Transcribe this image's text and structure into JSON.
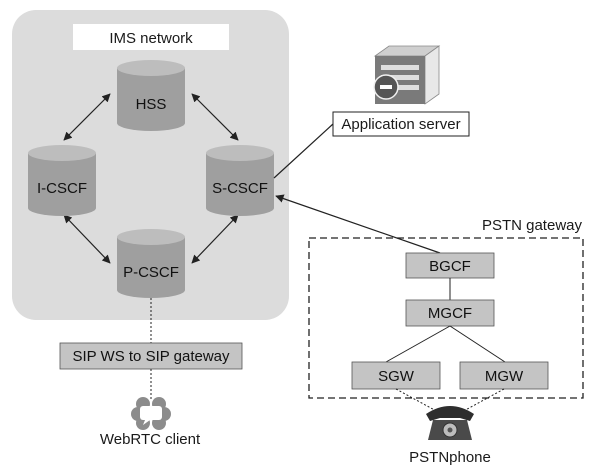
{
  "colors": {
    "panel_fill": "#dcdcdc",
    "cylinder_body": "#9f9f9f",
    "cylinder_top": "#bdbdbd",
    "box_fill": "#c4c4c4",
    "line": "#222222"
  },
  "ims_network": {
    "title": "IMS network",
    "nodes": {
      "hss": "HSS",
      "icscf": "I-CSCF",
      "scscf": "S-CSCF",
      "pcscf": "P-CSCF"
    }
  },
  "application_server": {
    "label": "Application server",
    "icon": "server-icon"
  },
  "sip_gateway": {
    "label": "SIP WS to SIP gateway"
  },
  "webrtc_client": {
    "label": "WebRTC client",
    "icon": "chat-bubbles-icon"
  },
  "pstn_gateway": {
    "title": "PSTN gateway",
    "boxes": {
      "bgcf": "BGCF",
      "mgcf": "MGCF",
      "sgw": "SGW",
      "mgw": "MGW"
    }
  },
  "pstn_phone": {
    "label": "PSTNphone",
    "icon": "telephone-icon"
  }
}
